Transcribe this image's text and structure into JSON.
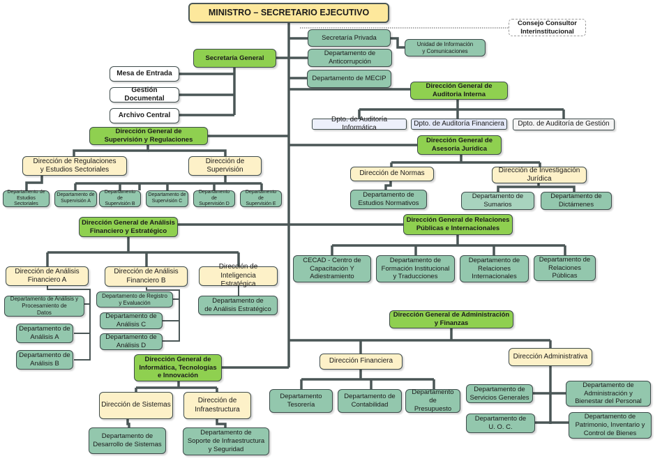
{
  "chart_title": "Organigrama",
  "nodes": {
    "ministro": "MINISTRO – SECRETARIO EJECUTIVO",
    "consejo": "Consejo  Consultor\nInterinstitucional",
    "secretaria_privada": "Secretaría Privada",
    "unidad_info": "Unidad de Información\ny Comunicaciones",
    "anticorrupcion": "Departamento de\nAnticorrupción",
    "mecip": "Departamento de MECIP",
    "secretaria_general": "Secretaría General",
    "mesa_entrada": "Mesa de Entrada",
    "gestion_documental": "Gestión  Documental",
    "archivo_central": "Archivo Central",
    "dg_auditoria": "Dirección General de\nAuditoria Interna",
    "aud_informatica": "Dpto. de Auditoría Informática",
    "aud_financiera": "Dpto. de Auditoría Financiera",
    "aud_gestion": "Dpto. de Auditoría de Gestión",
    "dg_supervision": "Dirección General de\nSupervisión y Regulaciones",
    "dir_regulaciones": "Dirección de Regulaciones\ny Estudios Sectoriales",
    "dir_supervision": "Dirección de\nSupervisión",
    "dep_estudios_sect": "Departamento de\nEstudios Sectoriales",
    "dep_sup_a": "Departamento de\nSupervisión A",
    "dep_sup_b": "Departamento de\nSupervisión B",
    "dep_sup_c": "Departamento de\nSupervisión C",
    "dep_sup_d": "Departamento de\nSupervisión D",
    "dep_sup_e": "Departamento de\nSupervisión E",
    "dg_juridica": "Dirección General de\nAsesoría Jurídica",
    "dir_normas": "Dirección de  Normas",
    "dir_investigacion": "Dirección de Investigación\nJurídica",
    "dep_estudios_norm": "Departamento de\nEstudios Normativos",
    "dep_sumarios": "Departamento de\nSumarios",
    "dep_dictamenes": "Departamento de\nDictámenes",
    "dg_analisis": "Dirección General de Análisis\nFinanciero y Estratégico",
    "dir_analisis_a": "Dirección de Análisis\nFinanciero A",
    "dir_analisis_b": "Dirección de Análisis\nFinanciero B",
    "dir_inteligencia": "Dirección de Inteligencia\nEstratégica",
    "dep_proc_datos": "Departamento de Análisis y\nProcesamiento de\nDatos",
    "dep_analisis_a": "Departamento de\nAnálisis A",
    "dep_analisis_b": "Departamento de\nAnálisis  B",
    "dep_registro": "Departamento de Registro\ny Evaluación",
    "dep_analisis_c": "Departamento de\nAnálisis C",
    "dep_analisis_d": "Departamento de\nAnálisis D",
    "dep_analisis_estr": "Departamento de\nde Análisis Estratégico",
    "dg_relaciones": "Dirección General de Relaciones\nPúblicas e Internacionales",
    "cecad": "CECAD - Centro de\nCapacitación Y\nAdiestramiento",
    "dep_formacion": "Departamento de\nFormación Institucional\ny Traducciones",
    "dep_rel_int": "Departamento de\nRelaciones\nInternacionales",
    "dep_rel_pub": "Departamento de\nRelaciones Públicas",
    "dg_informatica": "Dirección General de\nInformática, Tecnologías\ne Innovación",
    "dir_sistemas": "Dirección de Sistemas",
    "dir_infra": "Dirección de\nInfraestructura",
    "dep_desarrollo": "Departamento de\nDesarrollo de Sistemas",
    "dep_soporte": "Departamento de\nSoporte de Infraestructura\ny Seguridad",
    "dg_admin": "Dirección  General de Administración\ny Finanzas",
    "dir_financiera": "Dirección Financiera",
    "dir_administrativa": "Dirección Administrativa",
    "dep_tesoreria": "Departamento\nTesorería",
    "dep_contabilidad": "Departamento  de\nContabilidad",
    "dep_presupuesto": "Departamento de\nPresupuesto",
    "dep_servicios": "Departamento de\nServicios Generales",
    "dep_uoc": "Departamento de\nU. O. C.",
    "dep_bienestar": "Departamento de\nAdministración  y\nBienestar del Personal",
    "dep_patrimonio": "Departamento de\nPatrimonio, Inventario y\nControl de Bienes"
  },
  "colors": {
    "top": "#fde89c",
    "direccion_general": "#8fd050",
    "direccion": "#fdf1c8",
    "departamento": "#93c7ad",
    "connector": "#4a5656"
  }
}
